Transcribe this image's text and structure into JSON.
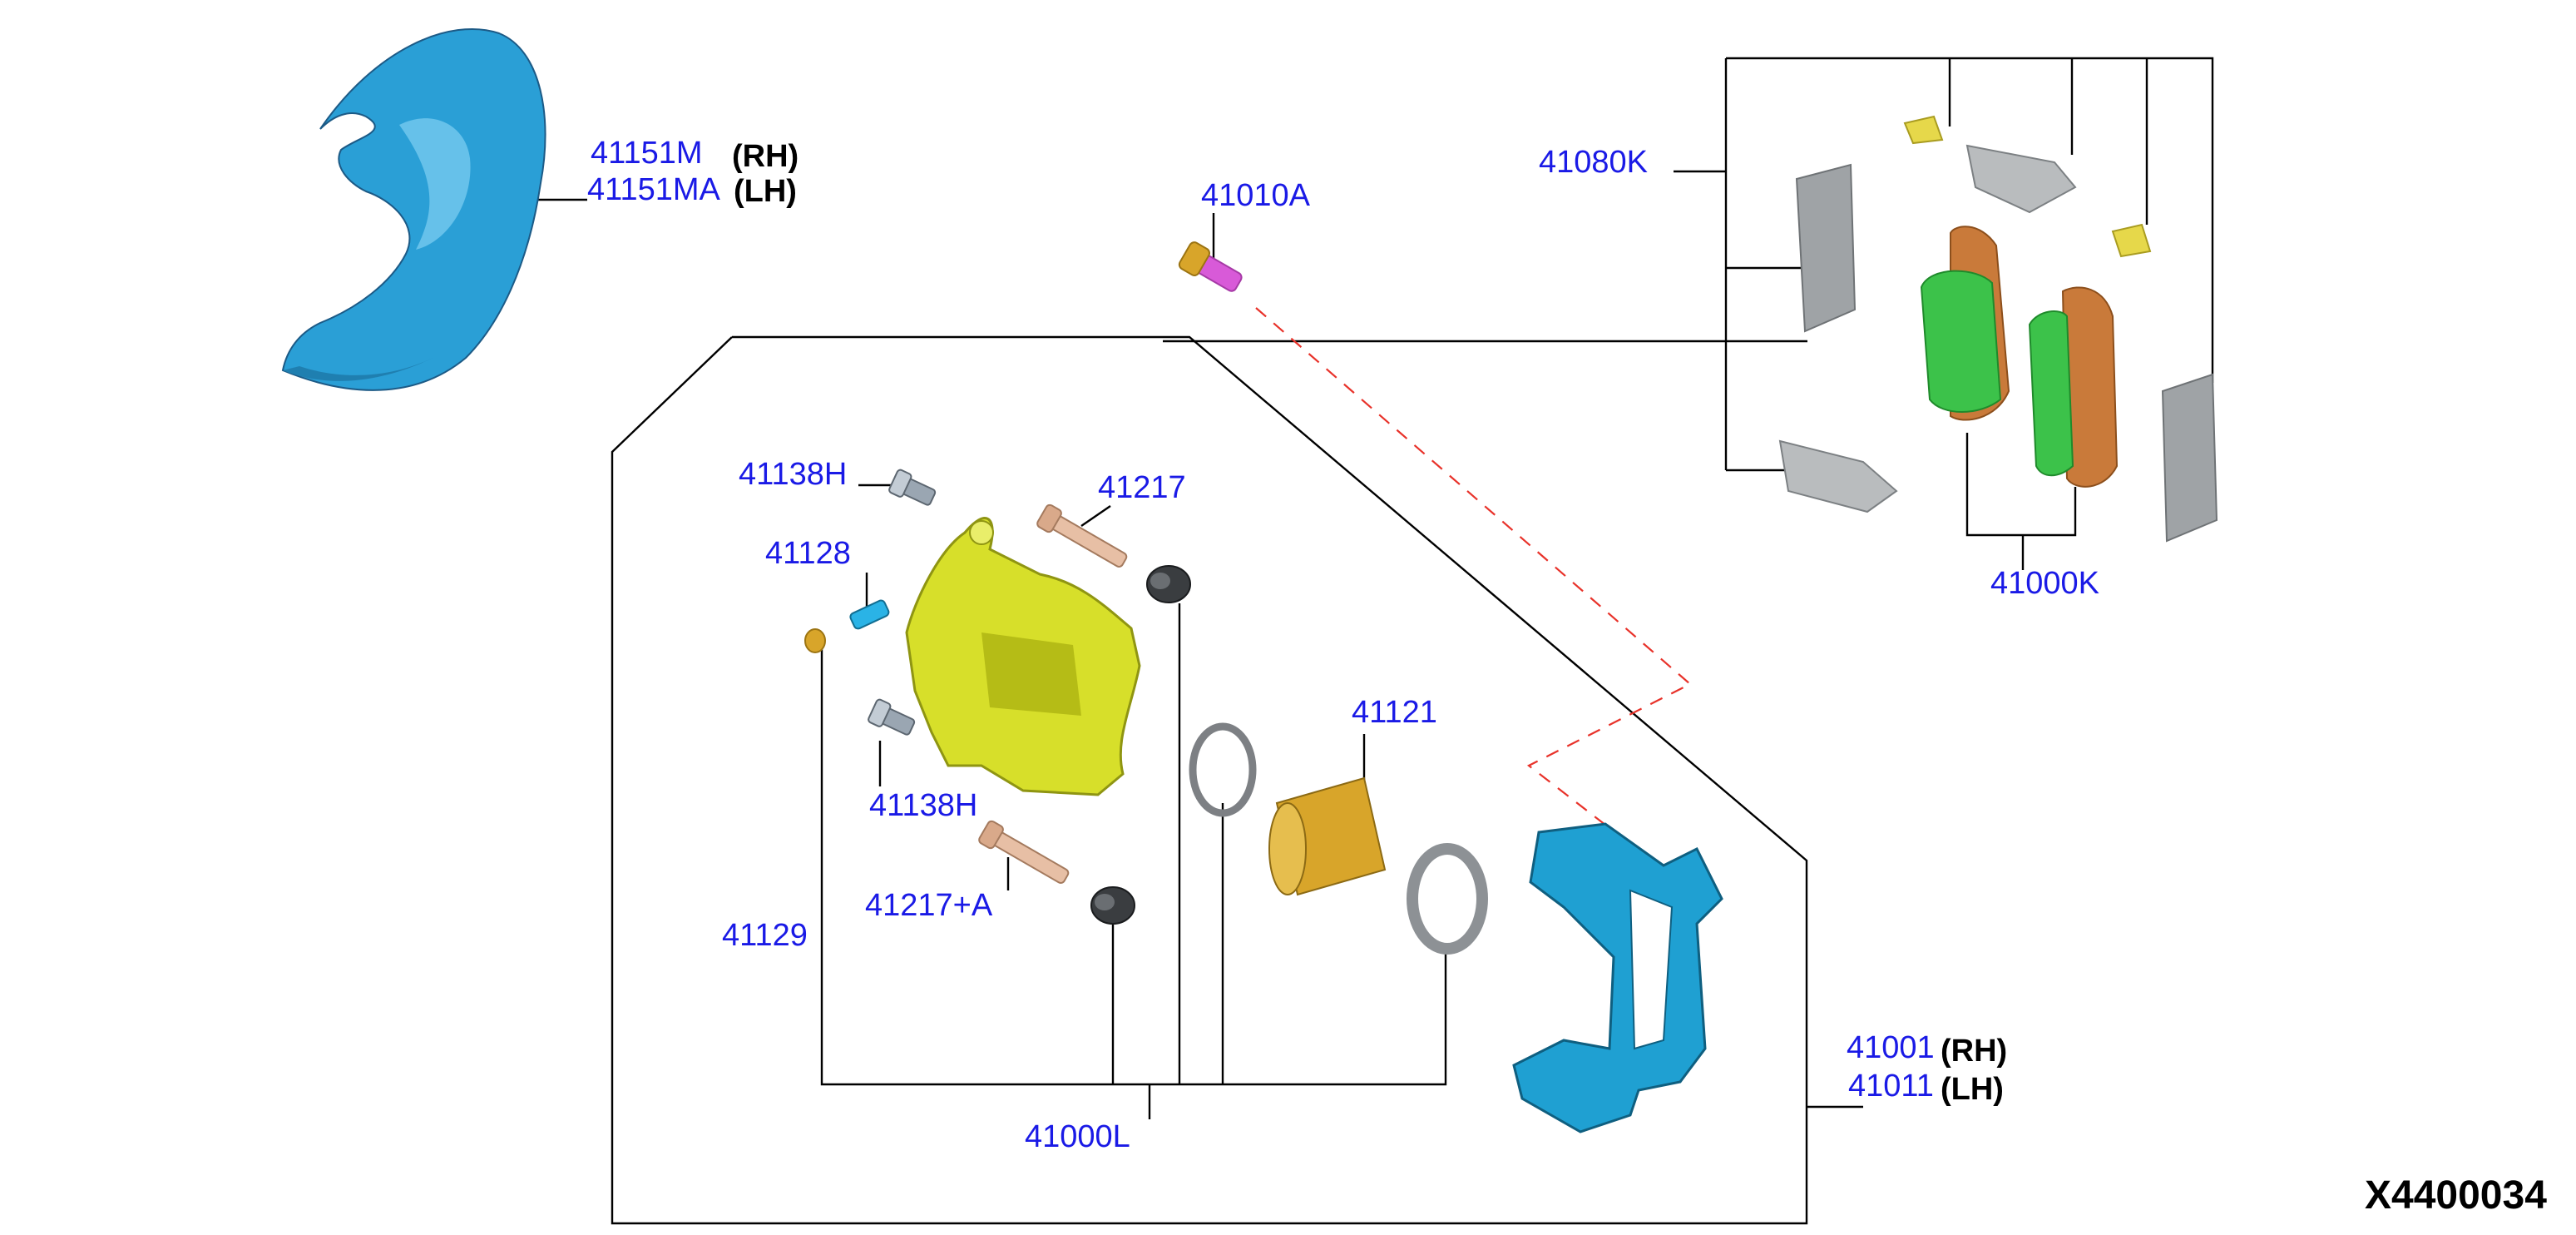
{
  "diagram_code": "X4400034",
  "labels": {
    "p41151M": "41151M",
    "p41151MA": "41151MA",
    "rh": "(RH)",
    "lh": "(LH)",
    "p41010A": "41010A",
    "p41080K": "41080K",
    "p41000K": "41000K",
    "p41138H_top": "41138H",
    "p41217": "41217",
    "p41128": "41128",
    "p41121": "41121",
    "p41138H_bottom": "41138H",
    "p41217A": "41217+A",
    "p41129": "41129",
    "p41000L": "41000L",
    "p41001": "41001",
    "p41011": "41011"
  },
  "colors": {
    "shield": "#2a9fd6",
    "caliper": "#d7df2a",
    "bracket": "#1fa0d2",
    "pad_friction": "#3cc24a",
    "pad_backing": "#c97a3a",
    "shim": "#9fa3a6",
    "clip": "#e6d84a",
    "bolt": "#d85ad8",
    "piston": "#d8a52a",
    "label": "#1a1ae6",
    "dashed_line": "#e8322a"
  }
}
